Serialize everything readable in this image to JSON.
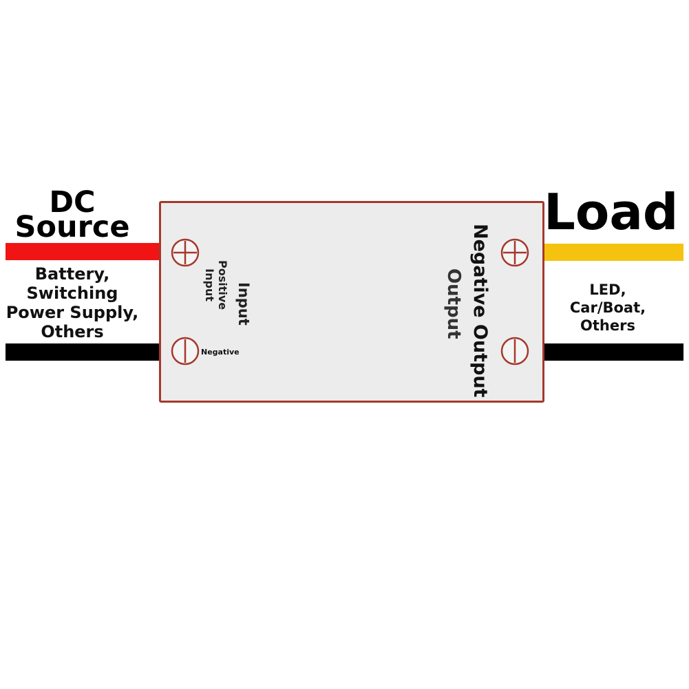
{
  "source": {
    "title_line1": "DC",
    "title_line2": "Source",
    "caption_lines": [
      "Battery,",
      "Switching",
      "Power Supply,",
      "Others"
    ]
  },
  "load": {
    "title": "Load",
    "caption_lines": [
      "LED,",
      "Car/Boat,",
      "Others"
    ]
  },
  "module": {
    "input_label": "Input",
    "positive_label_line1": "Positive",
    "positive_label_line2": "Input",
    "negative_label": "Negative",
    "negative_output_label": "Negative Output",
    "output_label": "Output"
  },
  "colors": {
    "wire_positive_in": "#f01414",
    "wire_negative": "#000000",
    "wire_positive_out": "#f5c30f",
    "module_fill": "#ececec",
    "module_border": "#a5382c",
    "screw_stroke": "#a5382c"
  },
  "icons": {
    "screw_positive": "phillips-screw-icon",
    "screw_negative": "slotted-screw-icon"
  }
}
